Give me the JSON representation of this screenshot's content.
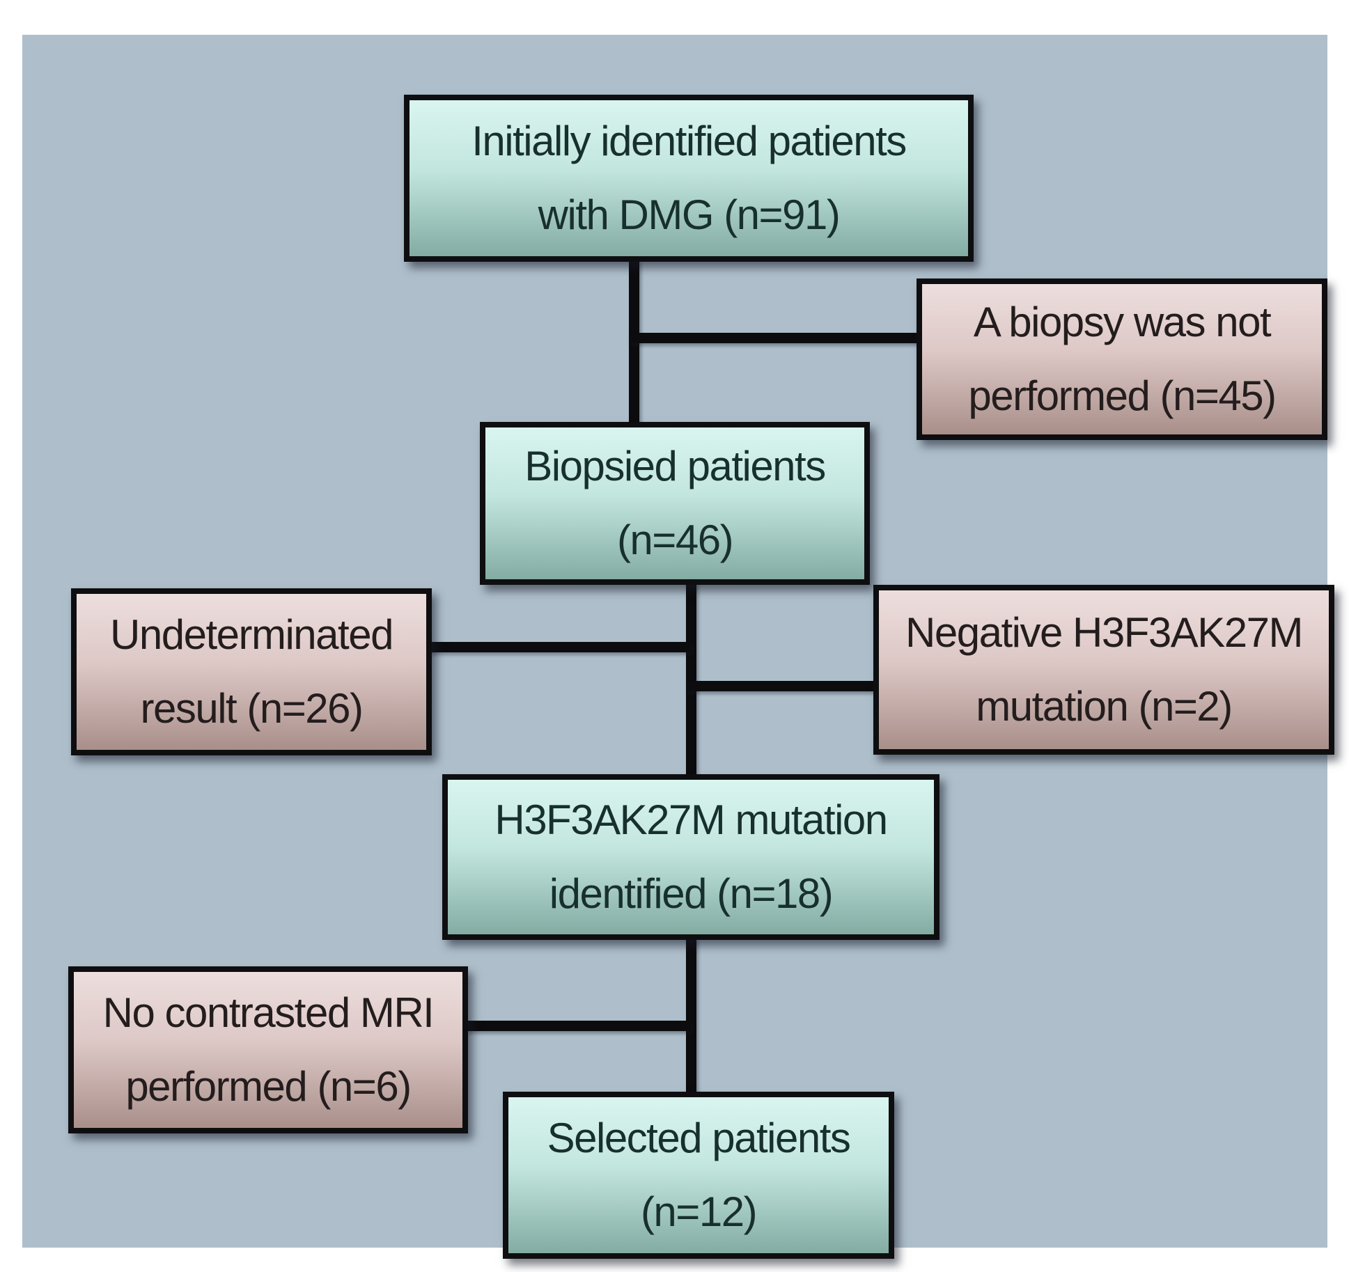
{
  "colors": {
    "page_background": "#ffffff",
    "canvas_background": "#aebfcb",
    "main_box_gradient_top": "#d9f5ef",
    "main_box_gradient_bottom": "#83aca3",
    "exclusion_box_gradient_top": "#ecdedd",
    "exclusion_box_gradient_bottom": "#a98f8a",
    "box_border": "#0e0e10",
    "connector_line": "#0c0c0e",
    "text": "#1c2424"
  },
  "flowchart": {
    "nodes": [
      {
        "id": "initial",
        "role": "main",
        "line1": "Initially identified patients",
        "line2": "with DMG (n=91)",
        "n": 91
      },
      {
        "id": "biopsy_not_performed",
        "role": "exclusion",
        "line1": "A biopsy was not",
        "line2": "performed (n=45)",
        "n": 45
      },
      {
        "id": "biopsied",
        "role": "main",
        "line1": "Biopsied patients",
        "line2": "(n=46)",
        "n": 46
      },
      {
        "id": "undeterminated",
        "role": "exclusion",
        "line1": "Undeterminated",
        "line2": "result (n=26)",
        "n": 26
      },
      {
        "id": "negative_mutation",
        "role": "exclusion",
        "line1": "Negative H3F3AK27M",
        "line2": "mutation (n=2)",
        "n": 2
      },
      {
        "id": "mutation_identified",
        "role": "main",
        "line1": "H3F3AK27M mutation",
        "line2": "identified (n=18)",
        "n": 18
      },
      {
        "id": "no_contrast_mri",
        "role": "exclusion",
        "line1": "No contrasted MRI",
        "line2": "performed (n=6)",
        "n": 6
      },
      {
        "id": "selected",
        "role": "main",
        "line1": "Selected patients",
        "line2": "(n=12)",
        "n": 12
      }
    ],
    "edges": [
      {
        "from": "initial",
        "to": "biopsied"
      },
      {
        "from": "initial",
        "to": "biopsy_not_performed"
      },
      {
        "from": "biopsied",
        "to": "mutation_identified"
      },
      {
        "from": "biopsied",
        "to": "undeterminated"
      },
      {
        "from": "biopsied",
        "to": "negative_mutation"
      },
      {
        "from": "mutation_identified",
        "to": "selected"
      },
      {
        "from": "mutation_identified",
        "to": "no_contrast_mri"
      }
    ]
  }
}
